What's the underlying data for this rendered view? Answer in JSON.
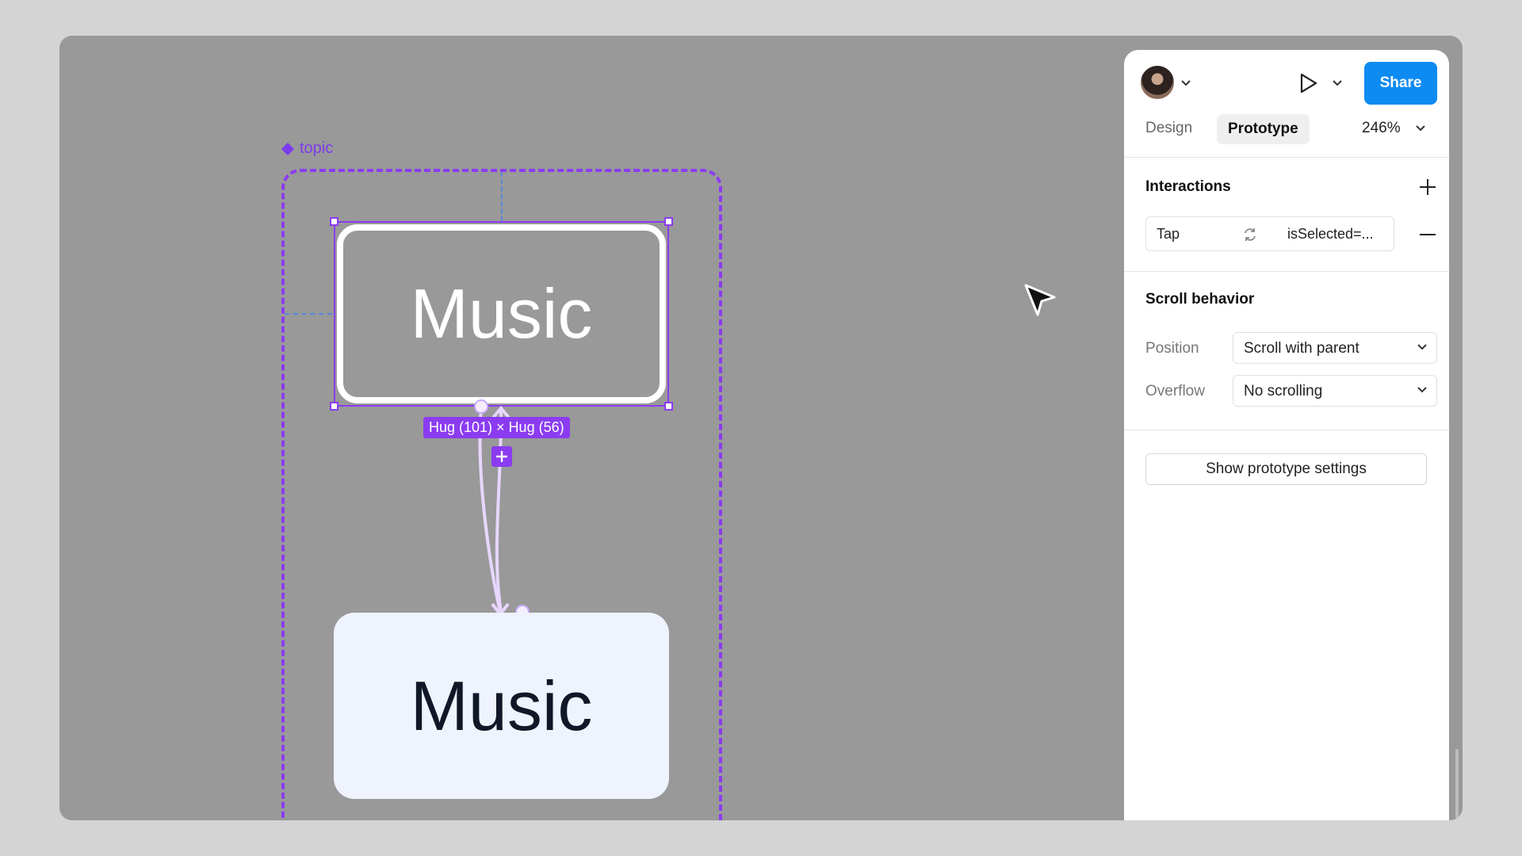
{
  "canvas": {
    "frame_label": "topic",
    "selected_component_text": "Music",
    "component_text": "Music",
    "size_badge": "Hug (101) × Hug (56)"
  },
  "header": {
    "share_label": "Share",
    "tabs": [
      {
        "label": "Design",
        "active": false
      },
      {
        "label": "Prototype",
        "active": true
      }
    ],
    "zoom": "246%"
  },
  "interactions": {
    "title": "Interactions",
    "items": [
      {
        "trigger": "Tap",
        "action": "isSelected=..."
      }
    ]
  },
  "scroll_behavior": {
    "title": "Scroll behavior",
    "position_label": "Position",
    "position_value": "Scroll with parent",
    "overflow_label": "Overflow",
    "overflow_value": "No scrolling"
  },
  "footer": {
    "settings_button": "Show prototype settings"
  },
  "colors": {
    "accent": "#8b3cf0",
    "share": "#0d8bf2",
    "canvas": "#999999"
  }
}
